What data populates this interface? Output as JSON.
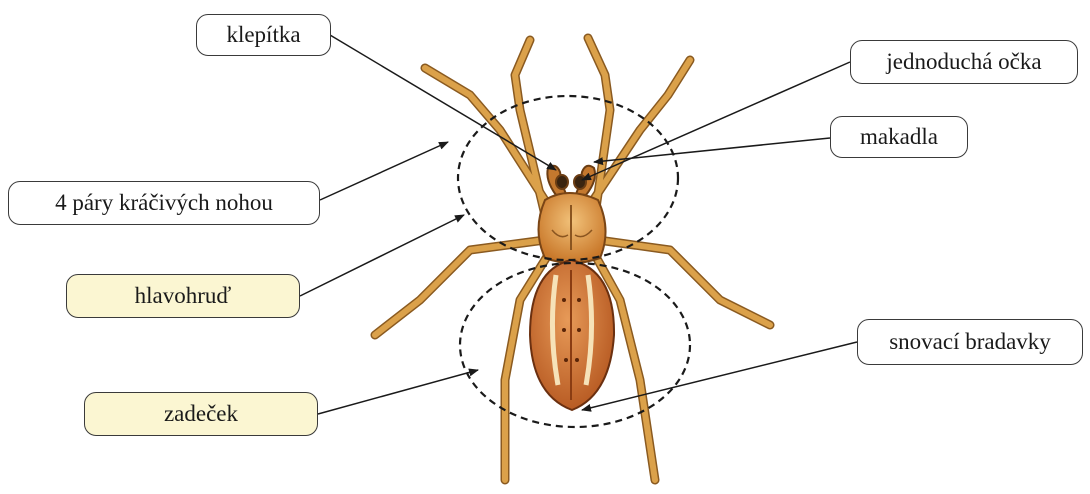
{
  "labels": {
    "klepitka": "klepítka",
    "jednoducha_ocka": "jednoduchá očka",
    "makadla": "makadla",
    "nohy": "4 páry kráčivých nohou",
    "hlavohrud": "hlavohruď",
    "snovaci_bradavky": "snovací bradavky",
    "zadecek": "zadeček"
  },
  "colors": {
    "highlight_label_fill": "#fbf6d2",
    "spider_body": "#d9892f",
    "spider_leg": "#d79a3c",
    "spider_hair": "#3a2410"
  }
}
